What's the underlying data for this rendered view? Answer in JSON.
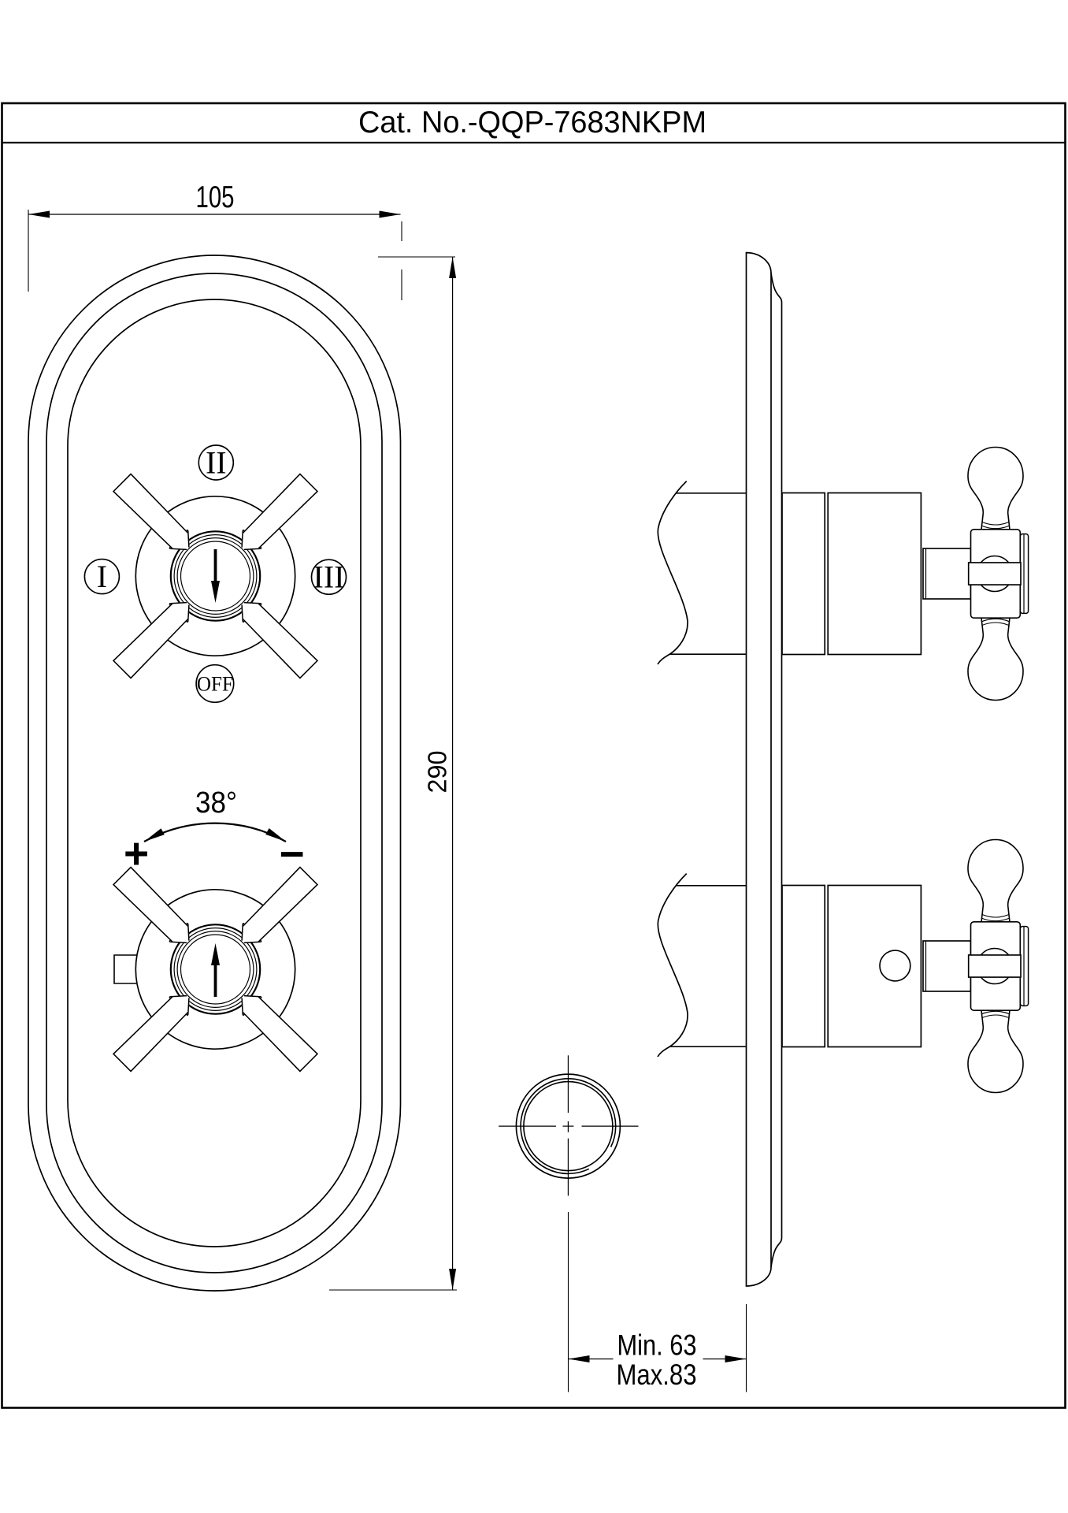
{
  "title_block": {
    "catalog_label": "Cat. No.-QQP-7683NKPM"
  },
  "front_view": {
    "width_dim": {
      "label": "105"
    },
    "height_dim": {
      "label": "290"
    },
    "selector_handle": {
      "position_top": "II",
      "position_left": "I",
      "position_right": "III",
      "position_bottom": "OFF"
    },
    "temperature_handle": {
      "angle_label": "38°",
      "increase_label": "+",
      "decrease_label": "−"
    }
  },
  "side_view": {
    "depth_dim": {
      "line1": "Min. 63",
      "line2": "Max.83"
    }
  },
  "colors": {
    "line": "#000000",
    "background": "#ffffff"
  }
}
